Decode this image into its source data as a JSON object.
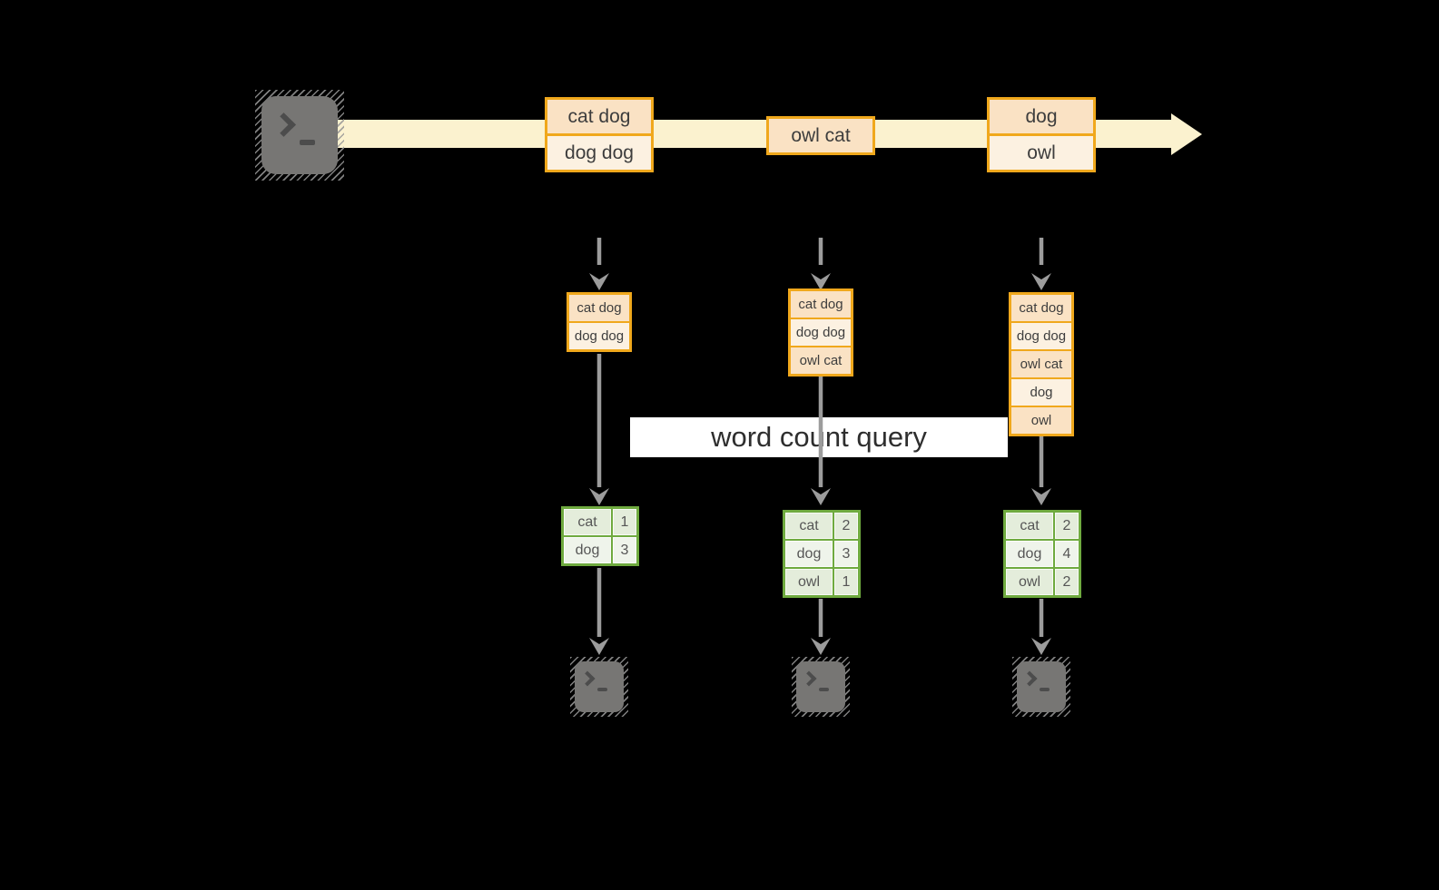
{
  "stream": {
    "source": {
      "icon": "terminal-icon"
    },
    "batches": [
      {
        "lines": [
          "cat dog",
          "dog dog"
        ]
      },
      {
        "lines": [
          "owl cat"
        ]
      },
      {
        "lines": [
          "dog",
          "owl"
        ]
      }
    ]
  },
  "micro_batches": [
    {
      "lines": [
        "cat dog",
        "dog dog"
      ]
    },
    {
      "lines": [
        "cat dog",
        "dog dog",
        "owl cat"
      ]
    },
    {
      "lines": [
        "cat dog",
        "dog dog",
        "owl cat",
        "dog",
        "owl"
      ]
    }
  ],
  "query": {
    "label": "word count query"
  },
  "result_tables": [
    {
      "rows": [
        [
          "cat",
          "1"
        ],
        [
          "dog",
          "3"
        ]
      ]
    },
    {
      "rows": [
        [
          "cat",
          "2"
        ],
        [
          "dog",
          "3"
        ],
        [
          "owl",
          "1"
        ]
      ]
    },
    {
      "rows": [
        [
          "cat",
          "2"
        ],
        [
          "dog",
          "4"
        ],
        [
          "owl",
          "2"
        ]
      ]
    }
  ],
  "sinks": [
    {
      "icon": "terminal-icon"
    },
    {
      "icon": "terminal-icon"
    },
    {
      "icon": "terminal-icon"
    }
  ],
  "colors": {
    "background": "#000000",
    "stream_band": "#FBF2CF",
    "box_border": "#F0A81C",
    "cell_peach": "#FAE2C4",
    "cell_cream": "#FCF1E1",
    "table_border": "#6FAA3F",
    "table_cell_dark": "#E4EDDB",
    "table_cell_light": "#EFF4EB",
    "arrow_gray": "#9C9C9C",
    "terminal_gray": "#777674",
    "query_label_bg": "#FFFFFF"
  }
}
